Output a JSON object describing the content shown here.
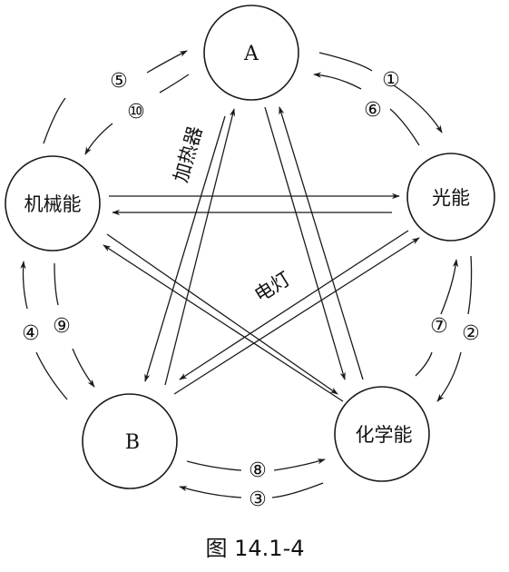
{
  "nodes": {
    "A": "A",
    "light": "光能",
    "chemical": "化学能",
    "B": "B",
    "mechanical": "机械能"
  },
  "marks": {
    "n1": "①",
    "n2": "②",
    "n3": "③",
    "n4": "④",
    "n5": "⑤",
    "n6": "⑥",
    "n7": "⑦",
    "n8": "⑧",
    "n9": "⑨",
    "n10": "⑩"
  },
  "labels": {
    "heater": "加热器",
    "lamp": "电灯"
  },
  "caption": "图 14.1-4",
  "colors": {
    "ink": "#1a1a1a",
    "background": "#ffffff"
  }
}
